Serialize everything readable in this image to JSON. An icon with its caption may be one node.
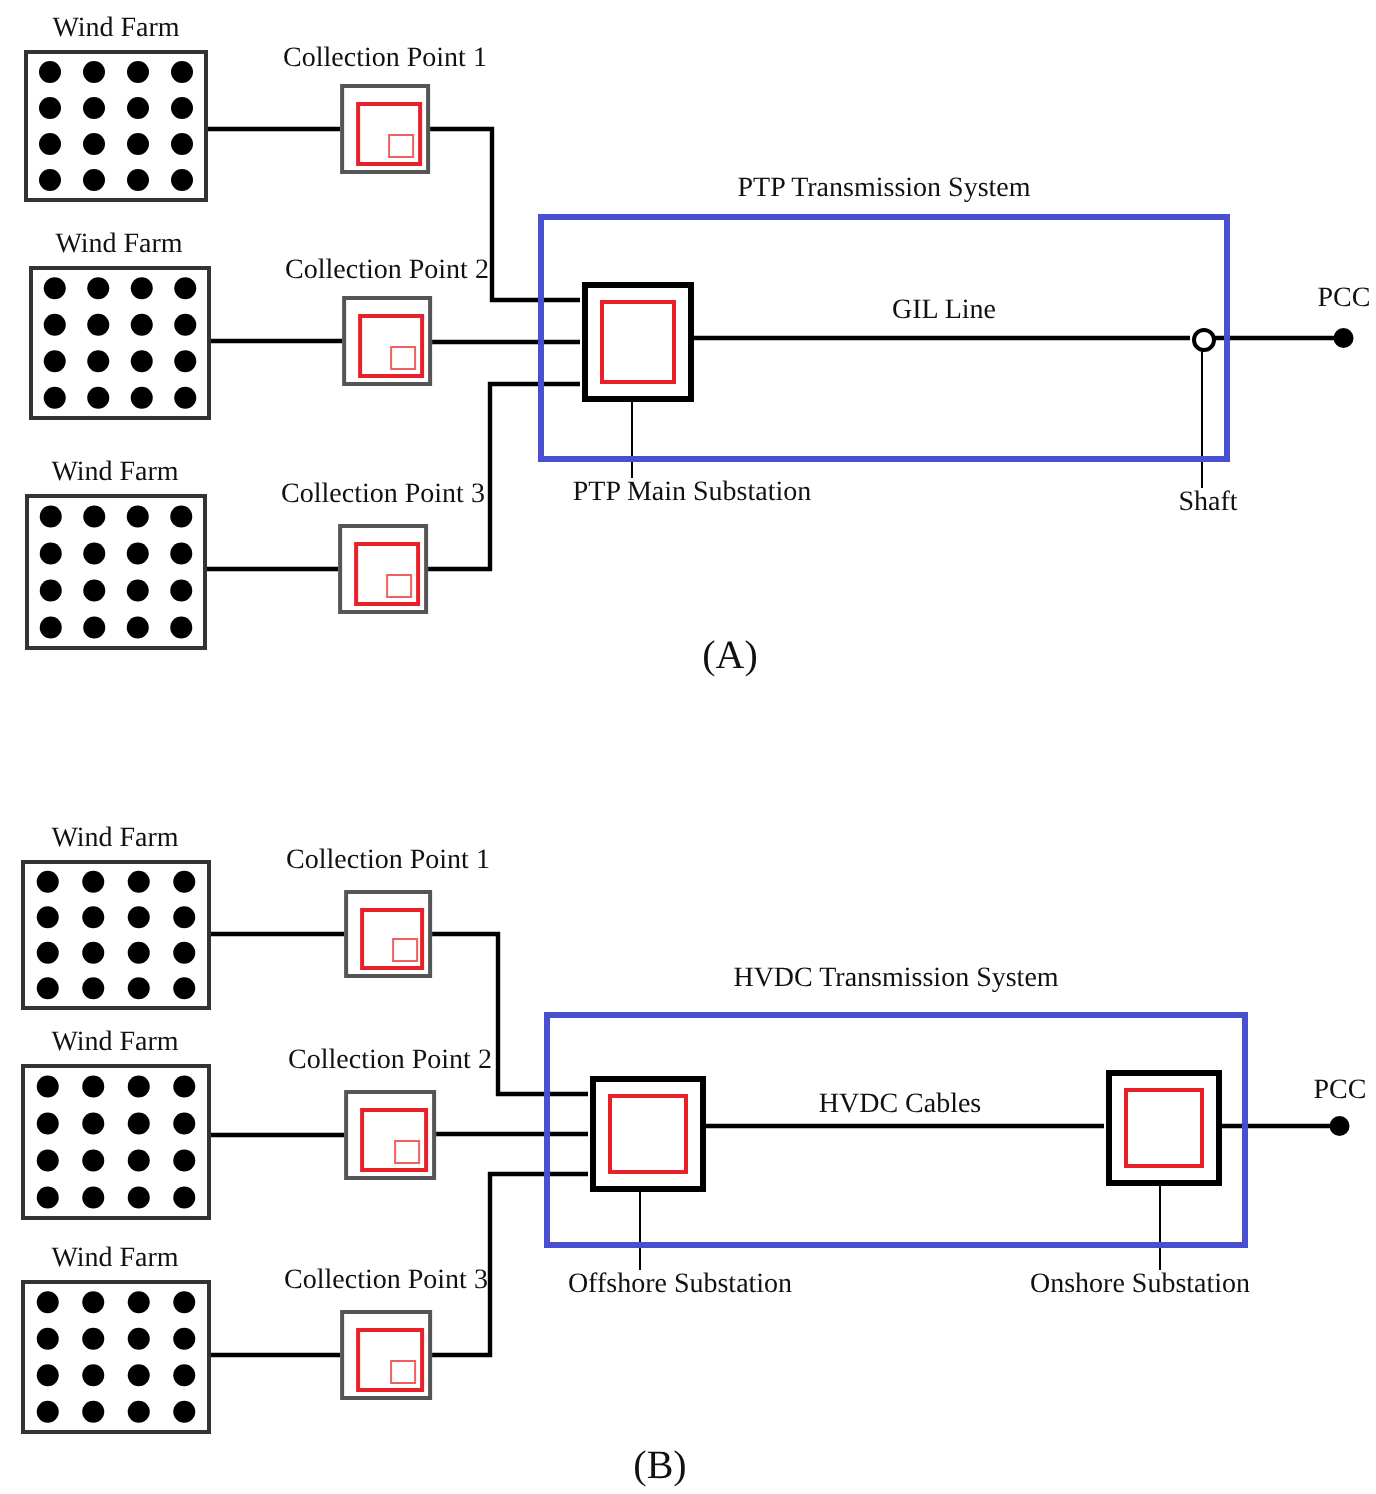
{
  "diagram": {
    "nodes": [
      {
        "text": [
          "Wind Farm"
        ]
      },
      {
        "text": [
          "Collection Point 1"
        ]
      },
      {
        "text": [
          "Wind Farm"
        ]
      },
      {
        "text": [
          "Collection Point 2"
        ]
      },
      {
        "text": [
          "Wind Farm"
        ]
      },
      {
        "text": [
          "Collection Point 3"
        ]
      },
      {
        "text": [
          "PTP Transmission System"
        ]
      },
      {
        "text": [],
        "shape": "box",
        "in": 6
      },
      {
        "text": [
          "PTP Main Substation"
        ]
      },
      {
        "text": [],
        "shape": "circle",
        "in": 6
      },
      {
        "text": [
          "Shaft"
        ]
      },
      {
        "text": [
          "PCC"
        ]
      },
      {
        "text": [
          "Wind Farm"
        ]
      },
      {
        "text": [
          "Collection Point 1"
        ]
      },
      {
        "text": [
          "Wind Farm"
        ]
      },
      {
        "text": [
          "Collection Point 2"
        ]
      },
      {
        "text": [
          "Wind Farm"
        ]
      },
      {
        "text": [
          "Collection Point 3"
        ]
      },
      {
        "text": [
          "HVDC Transmission System"
        ]
      },
      {
        "text": [],
        "shape": "box",
        "in": 18
      },
      {
        "text": [
          "Offshore Substation"
        ]
      },
      {
        "text": [],
        "shape": "box",
        "in": 18
      },
      {
        "text": [
          "Onshore Substation"
        ]
      },
      {
        "text": [
          "PCC"
        ]
      }
    ],
    "edges": [
      {
        "from": 0,
        "to": 1,
        "arrow": "none"
      },
      {
        "from": 1,
        "to": 7,
        "arrow": "none"
      },
      {
        "from": 2,
        "to": 3,
        "arrow": "none"
      },
      {
        "from": 3,
        "to": 7,
        "arrow": "none"
      },
      {
        "from": 4,
        "to": 5,
        "arrow": "none"
      },
      {
        "from": 5,
        "to": 7,
        "arrow": "none"
      },
      {
        "from": 7,
        "to": 9,
        "label": "GIL Line",
        "arrow": "none"
      },
      {
        "from": 9,
        "to": 11,
        "arrow": "none"
      },
      {
        "from": 8,
        "to": 7,
        "arrow": "none"
      },
      {
        "from": 10,
        "to": 9,
        "arrow": "none"
      },
      {
        "from": 12,
        "to": 13,
        "arrow": "none"
      },
      {
        "from": 13,
        "to": 19,
        "arrow": "none"
      },
      {
        "from": 14,
        "to": 15,
        "arrow": "none"
      },
      {
        "from": 15,
        "to": 19,
        "arrow": "none"
      },
      {
        "from": 16,
        "to": 17,
        "arrow": "none"
      },
      {
        "from": 17,
        "to": 19,
        "arrow": "none"
      },
      {
        "from": 19,
        "to": 21,
        "label": "HVDC Cables",
        "arrow": "none"
      },
      {
        "from": 21,
        "to": 23,
        "arrow": "none"
      },
      {
        "from": 20,
        "to": 19,
        "arrow": "none"
      },
      {
        "from": 22,
        "to": 21,
        "arrow": "none"
      }
    ],
    "labels": [
      "(A)",
      "(B)"
    ]
  }
}
